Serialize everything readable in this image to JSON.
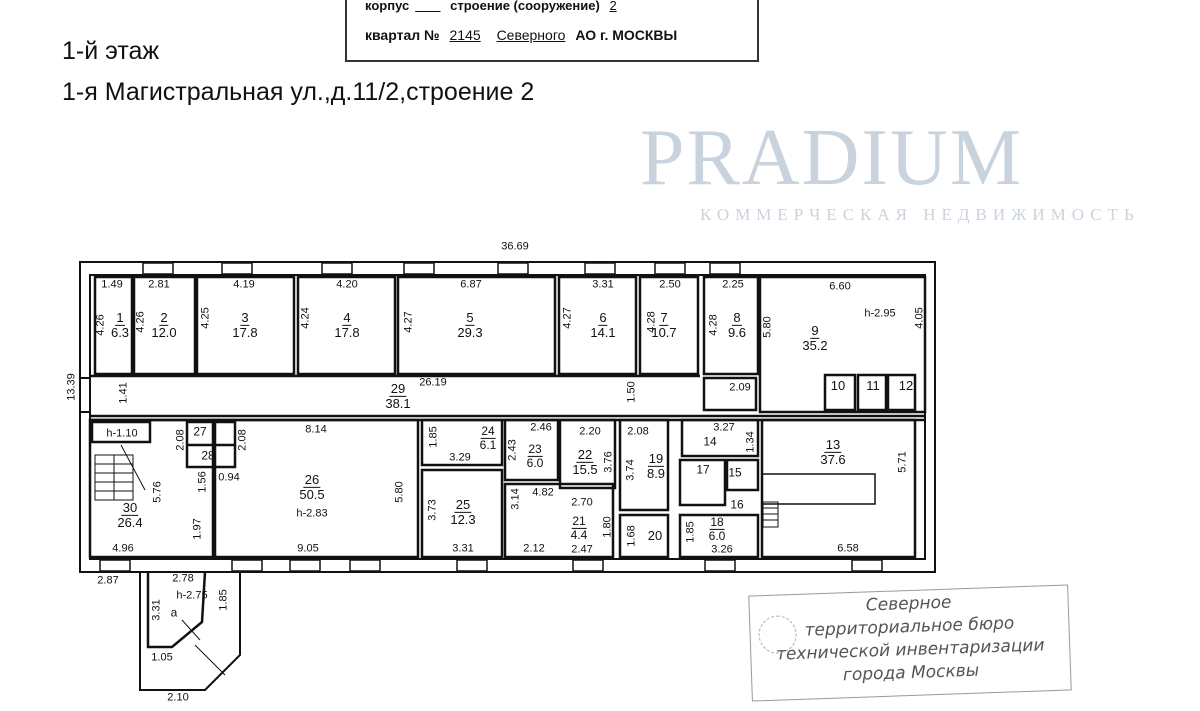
{
  "header": {
    "floor": "1-й этаж",
    "address": "1-я Магистральная ул.,д.11/2,строение 2"
  },
  "stamp_top": {
    "line1_prefix": "корпус",
    "line1_middle": "строение (сооружение)",
    "line1_value": "2",
    "quarter_label": "квартал №",
    "quarter_number": "2145",
    "district": "Северного",
    "city": "АО г. МОСКВЫ"
  },
  "watermark": {
    "brand": "PRADIUM",
    "tagline": "КОММЕРЧЕСКАЯ НЕДВИЖИМОСТЬ"
  },
  "stamp_bottom": {
    "lines": [
      "Северное",
      "территориальное бюро",
      "технической инвентаризации",
      "города Москвы"
    ]
  },
  "rooms": [
    {
      "number": "1",
      "area": "6.3"
    },
    {
      "number": "2",
      "area": "12.0"
    },
    {
      "number": "3",
      "area": "17.8"
    },
    {
      "number": "4",
      "area": "17.8"
    },
    {
      "number": "5",
      "area": "29.3"
    },
    {
      "number": "6",
      "area": "14.1"
    },
    {
      "number": "7",
      "area": "10.7"
    },
    {
      "number": "8",
      "area": "9.6"
    },
    {
      "number": "9",
      "area": "35.2"
    },
    {
      "number": "10"
    },
    {
      "number": "11"
    },
    {
      "number": "12"
    },
    {
      "number": "29",
      "area": "38.1"
    },
    {
      "number": "13",
      "area": "37.6"
    },
    {
      "number": "30",
      "area": "26.4"
    },
    {
      "number": "26",
      "area": "50.5"
    },
    {
      "number": "25",
      "area": "12.3"
    },
    {
      "number": "24",
      "area": "6.1"
    },
    {
      "number": "23",
      "area": "6.0"
    },
    {
      "number": "22",
      "area": "15.5"
    },
    {
      "number": "21",
      "area": "4.4"
    },
    {
      "number": "19",
      "area": "8.9"
    },
    {
      "number": "20"
    },
    {
      "number": "14"
    },
    {
      "number": "17"
    },
    {
      "number": "15"
    },
    {
      "number": "16"
    },
    {
      "number": "18",
      "area": "6.0"
    },
    {
      "number": "27"
    },
    {
      "number": "28"
    },
    {
      "number": "а"
    }
  ],
  "heights": [
    "h-2.95",
    "h-2.83",
    "h-1.10",
    "h-2.75"
  ],
  "dimensions": [
    "36.69",
    "1.49",
    "2.81",
    "4.19",
    "4.20",
    "6.87",
    "3.31",
    "2.50",
    "2.25",
    "6.60",
    "4.26",
    "4.26",
    "4.25",
    "4.24",
    "4.27",
    "4.27",
    "4.28",
    "4.28",
    "5.80",
    "4.05",
    "13.39",
    "1.41",
    "1.50",
    "26.19",
    "2.09",
    "8.14",
    "2.08",
    "2.08",
    "5.76",
    "1.56",
    "0.94",
    "1.97",
    "5.80",
    "4.96",
    "9.05",
    "1.85",
    "3.29",
    "2.46",
    "2.43",
    "3.73",
    "3.31",
    "3.14",
    "4.82",
    "2.70",
    "2.12",
    "2.47",
    "1.80",
    "2.20",
    "3.76",
    "2.08",
    "3.74",
    "3.27",
    "1.34",
    "1.68",
    "1.85",
    "3.26",
    "5.71",
    "6.58",
    "2.87",
    "2.78",
    "1.85",
    "3.31",
    "1.05",
    "2.10"
  ]
}
